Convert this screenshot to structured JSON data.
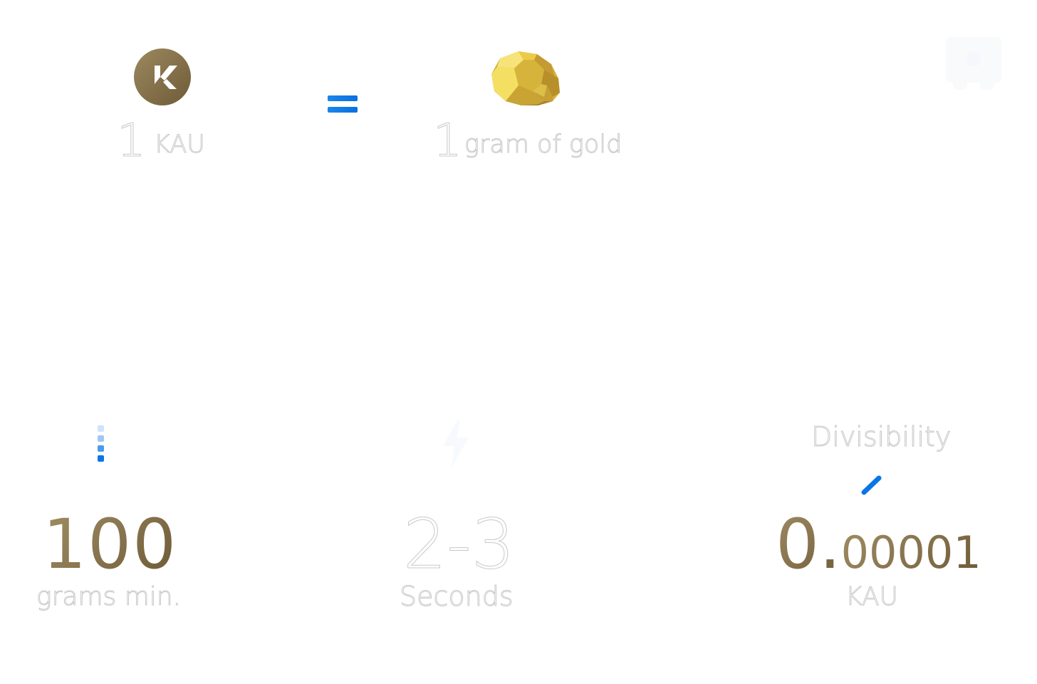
{
  "equivalence": {
    "left": {
      "icon": "kau-coin-icon",
      "quantity": "1",
      "unit": "KAU"
    },
    "operator": {
      "icon": "equals-icon",
      "color": "#0a75e6"
    },
    "right": {
      "icon": "gold-nugget-icon",
      "quantity": "1",
      "unit": "gram of gold"
    }
  },
  "corner_icon": "vault-icon",
  "stats": [
    {
      "icon": "ascending-dots-icon",
      "value": "100",
      "label": "grams min."
    },
    {
      "icon": "lightning-bolt-icon",
      "value": "2-3",
      "label": "Seconds"
    },
    {
      "title": "Divisibility",
      "icon": "slash-icon",
      "value_major": "0.",
      "value_minor": "00001",
      "label": "KAU"
    }
  ],
  "colors": {
    "gold_light": "#a08d62",
    "gold_dark": "#6c5a36",
    "accent_blue": "#0a75e6",
    "outline_gray": "#c9c9c9",
    "nugget_yellow": "#f2d75a"
  }
}
